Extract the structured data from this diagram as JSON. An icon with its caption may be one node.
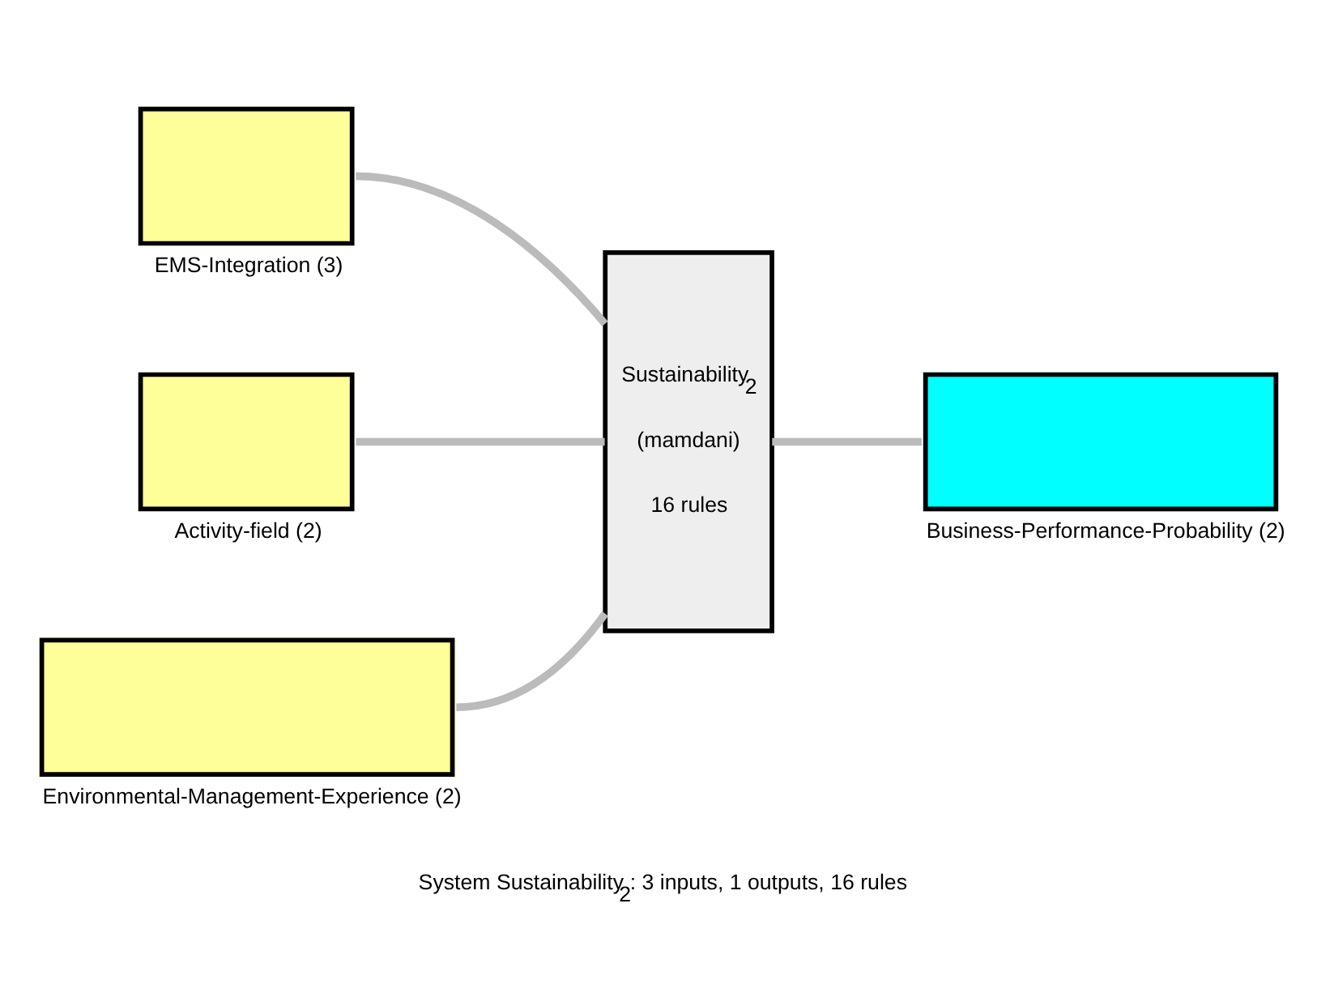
{
  "diagram": {
    "caption": "System Sustainability$_{2}$: 3 inputs, 1 outputs, 16 rules",
    "nodes": [
      {
        "text": [
          "EMS-Integration (3)"
        ]
      },
      {
        "text": [
          "Activity-field (2)"
        ]
      },
      {
        "text": [
          "Environmental-Management-Experience (2)"
        ]
      },
      {
        "text": [
          "Sustainability$_{2}$",
          "(mamdani)",
          "16 rules"
        ]
      },
      {
        "text": [
          "Business-Performance-Probability (2)"
        ]
      }
    ],
    "edges": [
      {
        "from": 0,
        "to": 3,
        "arrow": "none"
      },
      {
        "from": 1,
        "to": 3,
        "arrow": "none"
      },
      {
        "from": 2,
        "to": 3,
        "arrow": "none"
      },
      {
        "from": 3,
        "to": 4,
        "arrow": "none"
      }
    ]
  }
}
